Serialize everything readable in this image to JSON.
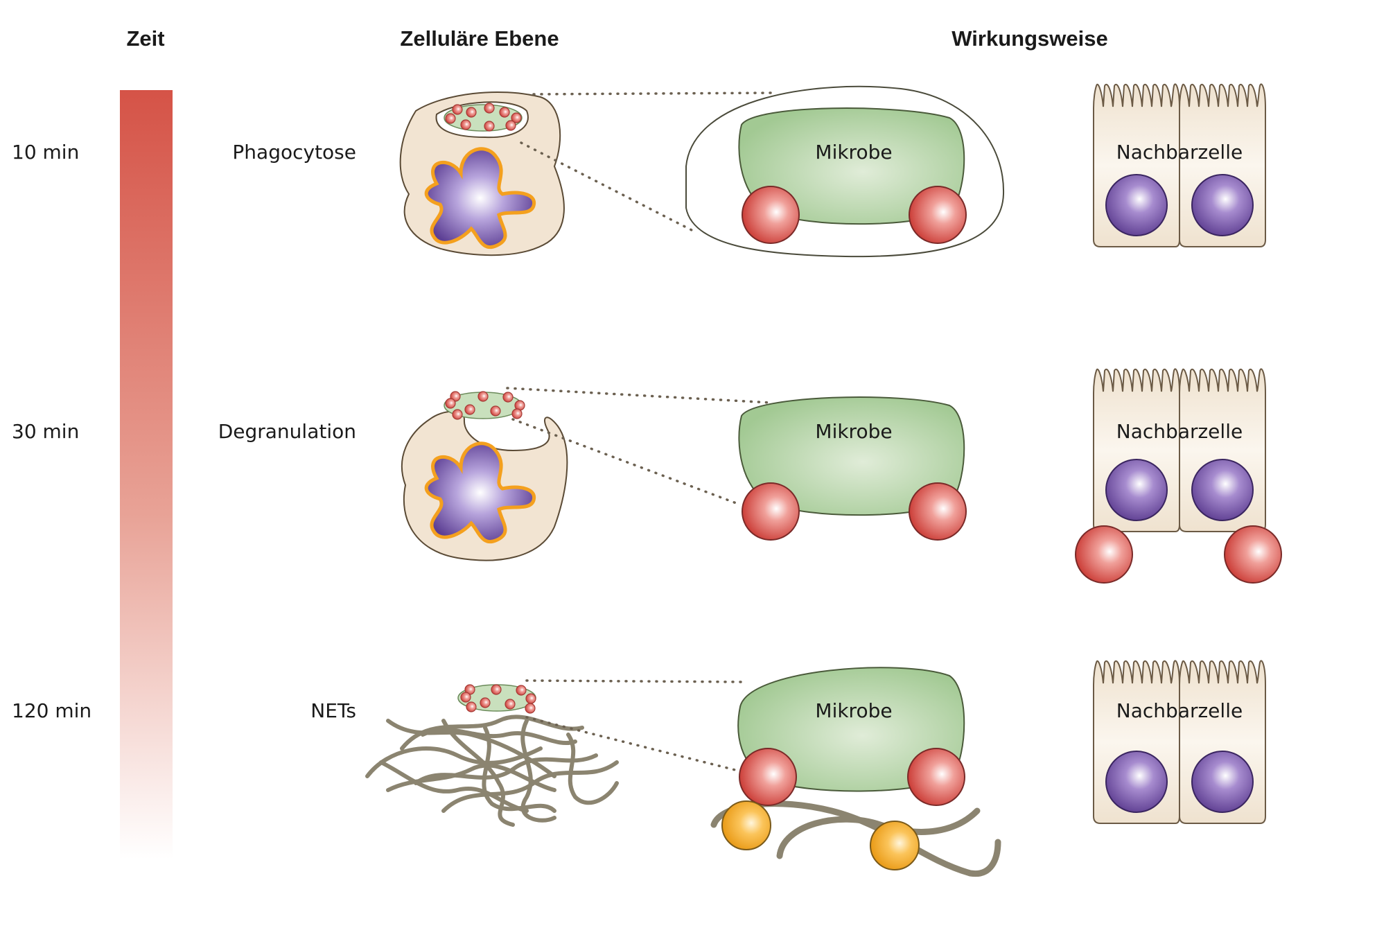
{
  "headers": {
    "time": "Zeit",
    "cellular": "Zelluläre Ebene",
    "mode": "Wirkungsweise"
  },
  "rows": [
    {
      "time": "10 min",
      "process": "Phagocytose",
      "microbe": "Mikrobe",
      "neighbor": "Nachbarzelle"
    },
    {
      "time": "30 min",
      "process": "Degranulation",
      "microbe": "Mikrobe",
      "neighbor": "Nachbarzelle"
    },
    {
      "time": "120 min",
      "process": "NETs",
      "microbe": "Mikrobe",
      "neighbor": "Nachbarzelle"
    }
  ],
  "colors": {
    "time_bar_top": "#d55347",
    "time_bar_bottom": "#ffffff",
    "microbe": "#a8cc9a",
    "cell_body": "#f2e4d2",
    "nucleus": "#6a4a9c",
    "nucleus_outline": "#f4a01e",
    "granule": "#c93a36",
    "histone": "#f5a623",
    "net_fiber": "#8b8470"
  }
}
